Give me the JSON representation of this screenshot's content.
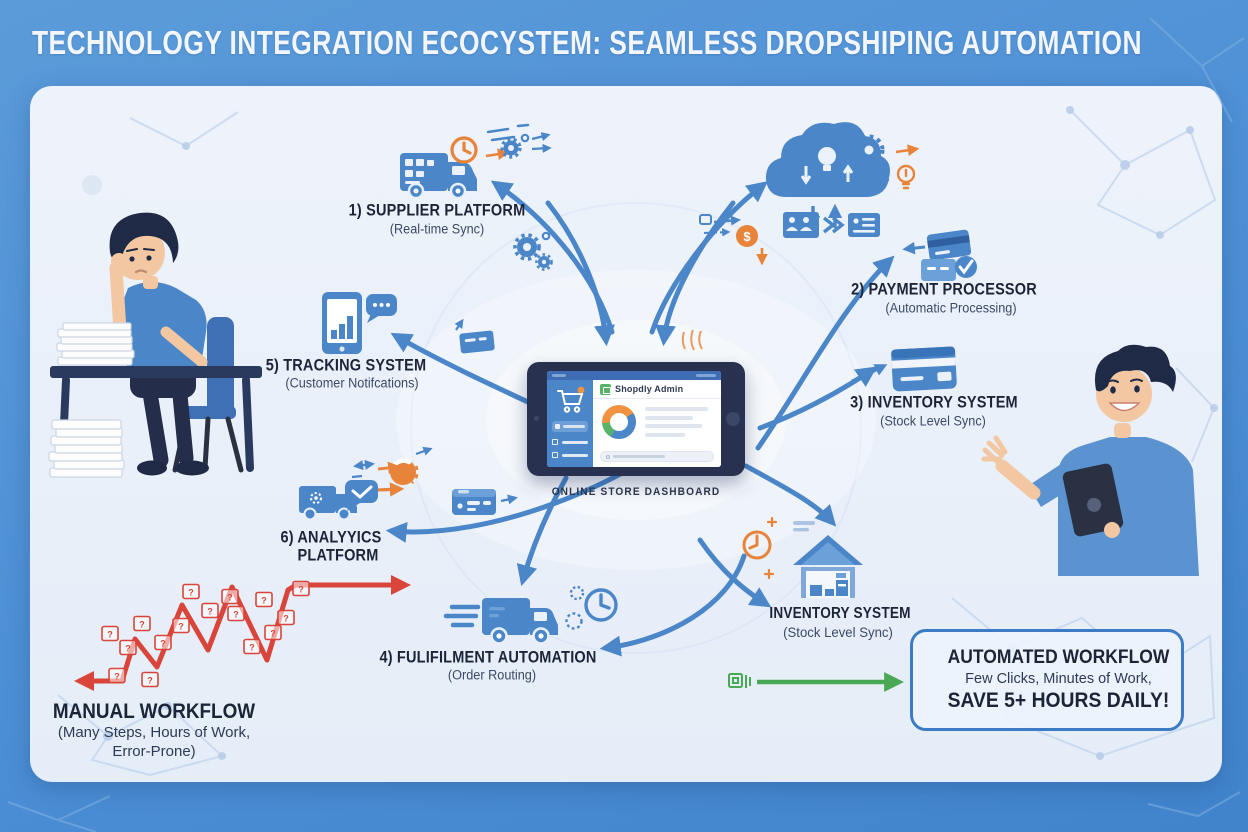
{
  "title": "TECHNOLOGY INTEGRATION ECOCYSTEM: SEAMLESS DROPSHIPING AUTOMATION",
  "colors": {
    "background": "#4d8fd6",
    "panel": "#e9eff9",
    "accent_blue": "#4a86c8",
    "dark_navy": "#273150",
    "orange": "#e8833a",
    "green": "#49a853",
    "red": "#d9453a"
  },
  "dashboard": {
    "brand": "Shopdly Admin",
    "caption": "ONLINE STORE DASHBOARD"
  },
  "nodes": [
    {
      "id": "supplier",
      "label": "1) SUPPLIER PLATFORM",
      "sub": "(Real-time Sync)",
      "icon": "delivery-truck-icon"
    },
    {
      "id": "payment",
      "label": "2) PAYMENT PROCESSOR",
      "sub": "(Automatic Processing)",
      "icon": "credit-card-check-icon"
    },
    {
      "id": "inventory",
      "label": "3) INVENTORY SYSTEM",
      "sub": "(Stock Level Sync)",
      "icon": "credit-card-icon"
    },
    {
      "id": "fulfillment",
      "label": "4) FULIFILMENT AUTOMATION",
      "sub": "(Order Routing)",
      "icon": "fast-truck-icon"
    },
    {
      "id": "tracking",
      "label": "5) TRACKING SYSTEM",
      "sub": "(Customer Notifcations)",
      "icon": "phone-chart-icon"
    },
    {
      "id": "analytics",
      "label_line1": "6) ANALYYICS",
      "label_line2": "PLATFORM",
      "icon": "truck-chat-icon"
    },
    {
      "id": "warehouse",
      "label": "INVENTORY SYSTEM",
      "sub": "(Stock Level Sync)",
      "icon": "warehouse-icon"
    }
  ],
  "manual_workflow": {
    "title": "MANUAL WORKFLOW",
    "line1": "(Many Steps, Hours of Work,",
    "line2": "Error-Prone)"
  },
  "automated_workflow": {
    "title": "AUTOMATED WORKFLOW",
    "line1": "Few Clicks, Minutes of Work,",
    "line2": "SAVE 5+ HOURS DAILY!"
  },
  "glyphs": {
    "question": "?",
    "dollar": "$"
  }
}
